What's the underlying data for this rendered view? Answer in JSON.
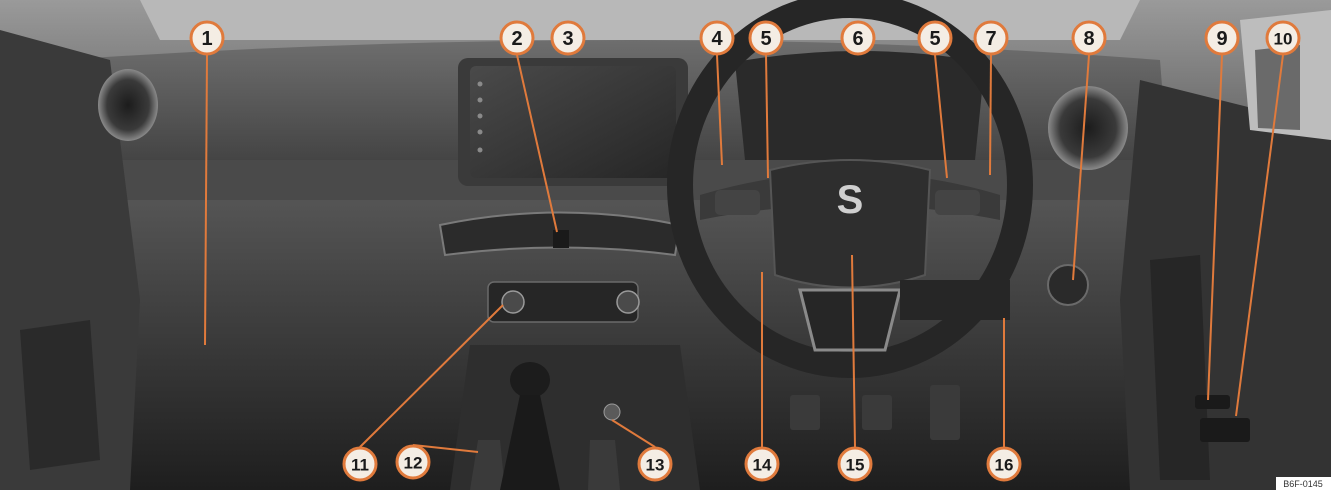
{
  "figure": {
    "image_code": "B6F-0145",
    "colors": {
      "callout_ring": "#e07a3c",
      "callout_fill": "#f4ede4",
      "leader_line": "#e07a3c",
      "cabin_dark": "#2c2c2c",
      "cabin_mid": "#555555",
      "cabin_light": "#8a8a8a"
    },
    "callouts": [
      {
        "label": "1"
      },
      {
        "label": "2"
      },
      {
        "label": "3"
      },
      {
        "label": "4"
      },
      {
        "label": "5"
      },
      {
        "label": "6"
      },
      {
        "label": "5"
      },
      {
        "label": "7"
      },
      {
        "label": "8"
      },
      {
        "label": "9"
      },
      {
        "label": "10"
      },
      {
        "label": "11"
      },
      {
        "label": "12"
      },
      {
        "label": "13"
      },
      {
        "label": "14"
      },
      {
        "label": "15"
      },
      {
        "label": "16"
      }
    ],
    "steering_logo": "S"
  }
}
